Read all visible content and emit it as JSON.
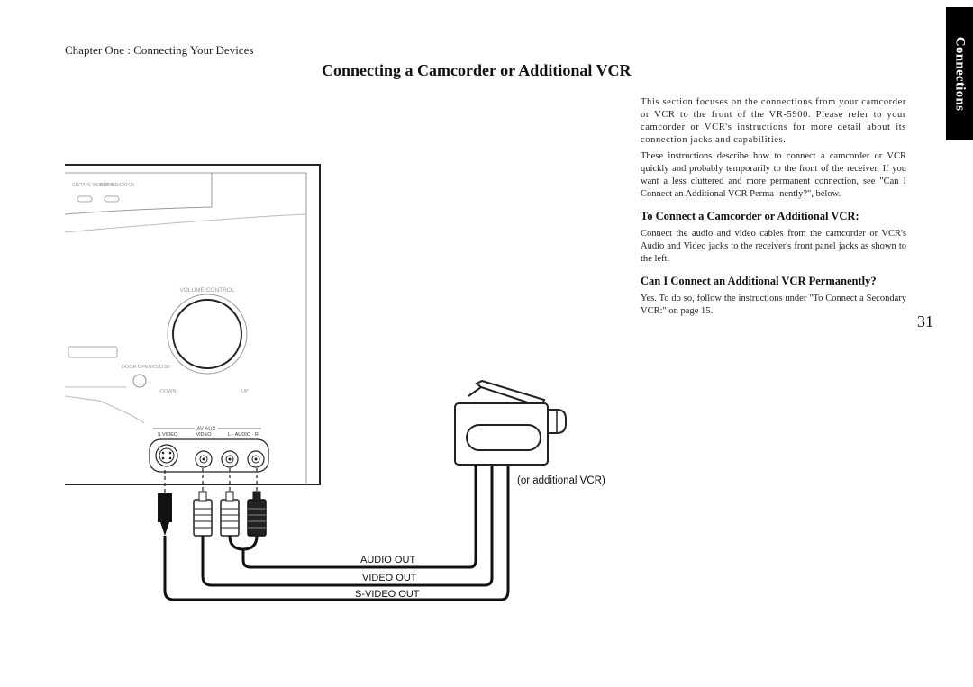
{
  "header": {
    "chapter": "Chapter One : Connecting Your Devices",
    "title": "Connecting a Camcorder or Additional VCR",
    "side_tab": "Connections",
    "page_number": "31"
  },
  "body": {
    "intro_1": "This section focuses on the connections from your camcorder or VCR to the front of the VR-5900. Please refer to your camcorder or VCR's instructions for more detail about its connection jacks and capabilities.",
    "intro_2": "These instructions describe how to connect a camcorder or VCR quickly and probably temporarily to the front of the receiver. If you want a less cluttered and more permanent connection, see \"Can I Connect an Additional VCR Perma- nently?\", below.",
    "heading_1": "To Connect a Camcorder or Additional VCR:",
    "para_1": "Connect the audio and video cables from the camcorder or VCR's Audio and Video jacks to the receiver's front panel jacks as shown to the left.",
    "heading_2": "Can I Connect an Additional VCR Permanently?",
    "para_2": "Yes. To do so, follow the instructions under \"To Connect a Secondary VCR:\" on page 15."
  },
  "diagram": {
    "panel": {
      "cd_tape_monitor": "CD/TAPE MONITOR",
      "dsp_indicator": "DSP INDICATOR",
      "volume_control": "VOLUME CONTROL",
      "door_open_close": "DOOR OPEN/CLOSE",
      "down": "DOWN",
      "up": "UP",
      "av_aux": "AV AUX",
      "s_video_jack": "S VIDEO",
      "video_jack": "VIDEO",
      "audio_jacks": "L - AUDIO - R"
    },
    "cable_labels": {
      "audio_out": "AUDIO OUT",
      "video_out": "VIDEO OUT",
      "s_video_out": "S-VIDEO OUT"
    },
    "camcorder_caption": "(or additional VCR)"
  }
}
